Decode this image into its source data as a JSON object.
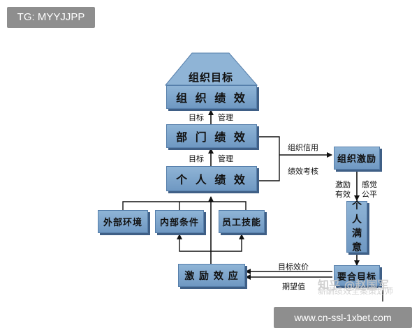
{
  "tg_label": "TG: MYYJJPP",
  "url_label": "www.cn-ssl-1xbet.com",
  "watermark": "知乎 @赵国军",
  "watermark_sub": "薪酬绩效全案策划师",
  "boxes": {
    "roof": "组织目标",
    "org_perf": "组 织 绩 效",
    "dept_perf": "部 门 绩 效",
    "indiv_perf": "个 人 绩 效",
    "external_env": "外部环境",
    "internal_cond": "内部条件",
    "staff_skill": "员工技能",
    "incentive_effect": "激 励 效 应",
    "org_incentive": "组织激励",
    "indiv_satisfy": [
      "个",
      "人",
      "满",
      "意"
    ],
    "valence_goal": "要合目标"
  },
  "labels": {
    "target1": "目标",
    "manage1": "管理",
    "target2": "目标",
    "manage2": "管理",
    "org_credit": "组织信用",
    "perf_assess": "绩效考核",
    "incentive_valid_1": "激励",
    "incentive_valid_2": "有效",
    "feel_fair_1": "感觉",
    "feel_fair_2": "公平",
    "goal_valence": "目标效价",
    "expectation": "期望值"
  },
  "colors": {
    "box_top": "#8fb4d6",
    "box_bottom": "#6f98c2",
    "box_shadow": "#3f5f86",
    "line": "#111111"
  }
}
